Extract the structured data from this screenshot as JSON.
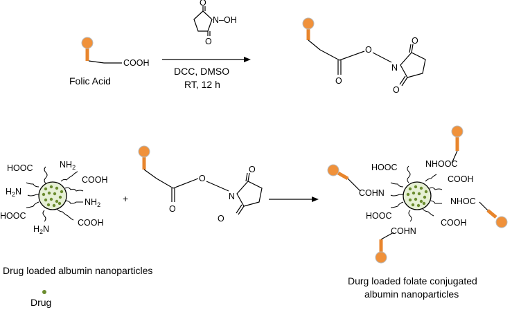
{
  "reaction_top": {
    "reagent_oh": "N–OH",
    "o_label": "O",
    "cooh": "COOH",
    "reactant_name": "Folic Acid",
    "conditions_line1": "DCC, DMSO",
    "conditions_line2": "RT,  12 h"
  },
  "reaction_bottom": {
    "plus": "+",
    "np_labels": {
      "hooc": "HOOC",
      "cooh": "COOH",
      "nh2": "NH",
      "h2n": "H",
      "h2n_n": "N",
      "sub2": "2"
    },
    "product_labels": {
      "nhooc": "NHOOC",
      "cohn": "COHN",
      "nhoc": "NHOC",
      "cohn_bottom": "COHN"
    }
  },
  "captions": {
    "left": "Drug loaded albumin nanoparticles",
    "legend_drug": "Drug",
    "right_line1": "Durg loaded folate conjugated",
    "right_line2": "albumin nanoparticles"
  },
  "colors": {
    "folate": "#f0913a",
    "drug": "#6b8c2f",
    "particle_fill": "#e6f0d5"
  }
}
